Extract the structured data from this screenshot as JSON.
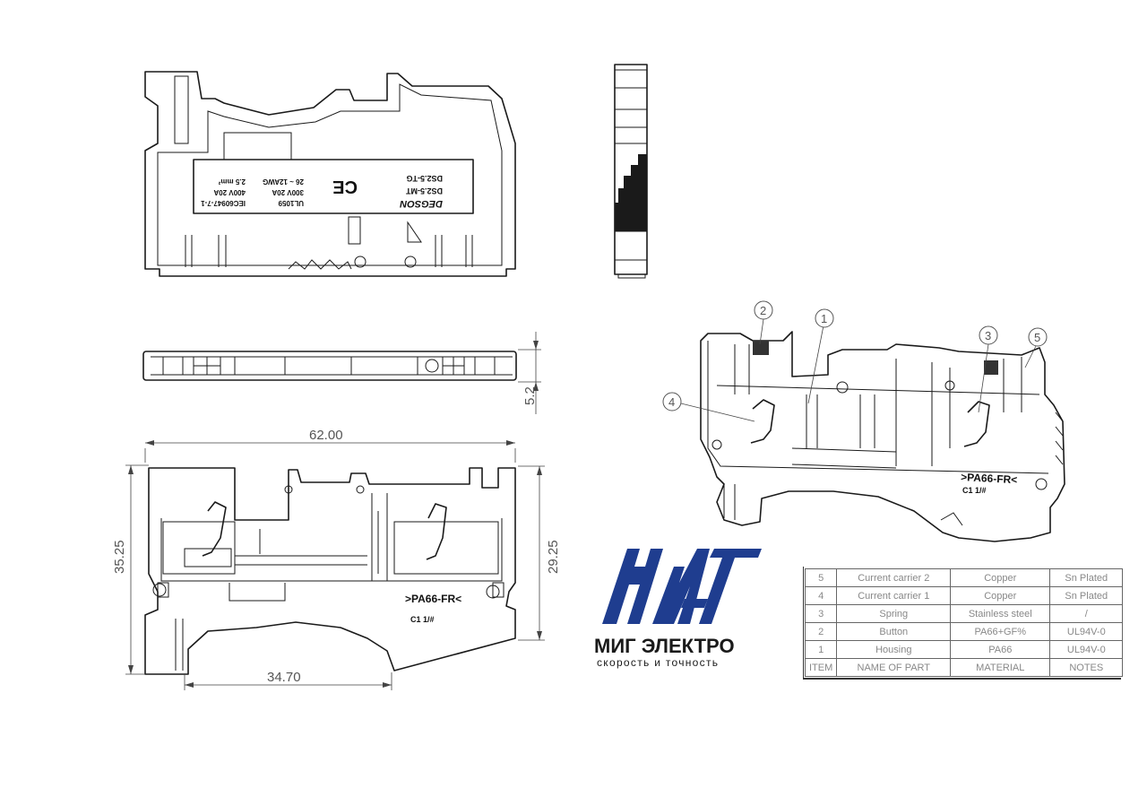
{
  "dimensions": {
    "total_length": "62.00",
    "height_overall": "35.25",
    "height_body": "29.25",
    "base_length": "34.70",
    "thickness": "5.2"
  },
  "labels": {
    "material_mark": ">PA66-FR<",
    "grade_mark": "C1 1/#",
    "iso_material_mark": ">PA66-FR<",
    "iso_grade_mark": "C1 1/#",
    "brand": "DEGSON",
    "model_mt": "DS2.5-MT",
    "model_tg": "DS2.5-TG",
    "rating_ul": "300V 20A",
    "awg": "26 ~ 12AWG",
    "ul_std": "UL1059",
    "rating_iec": "400V 20A",
    "section": "2.5 mm²",
    "iec_std": "IEC60947-7-1",
    "ce": "CE"
  },
  "callouts": [
    "1",
    "2",
    "3",
    "4",
    "5"
  ],
  "logo": {
    "name": "МИГ ЭЛЕКТРО",
    "tagline": "скорость и точность",
    "color": "#1f3d8f"
  },
  "parts_table": {
    "rows": [
      [
        "5",
        "Current carrier 2",
        "Copper",
        "Sn Plated"
      ],
      [
        "4",
        "Current carrier 1",
        "Copper",
        "Sn Plated"
      ],
      [
        "3",
        "Spring",
        "Stainless steel",
        "/"
      ],
      [
        "2",
        "Button",
        "PA66+GF%",
        "UL94V-0"
      ],
      [
        "1",
        "Housing",
        "PA66",
        "UL94V-0"
      ]
    ],
    "header": [
      "ITEM",
      "NAME OF PART",
      "MATERIAL",
      "NOTES"
    ]
  }
}
